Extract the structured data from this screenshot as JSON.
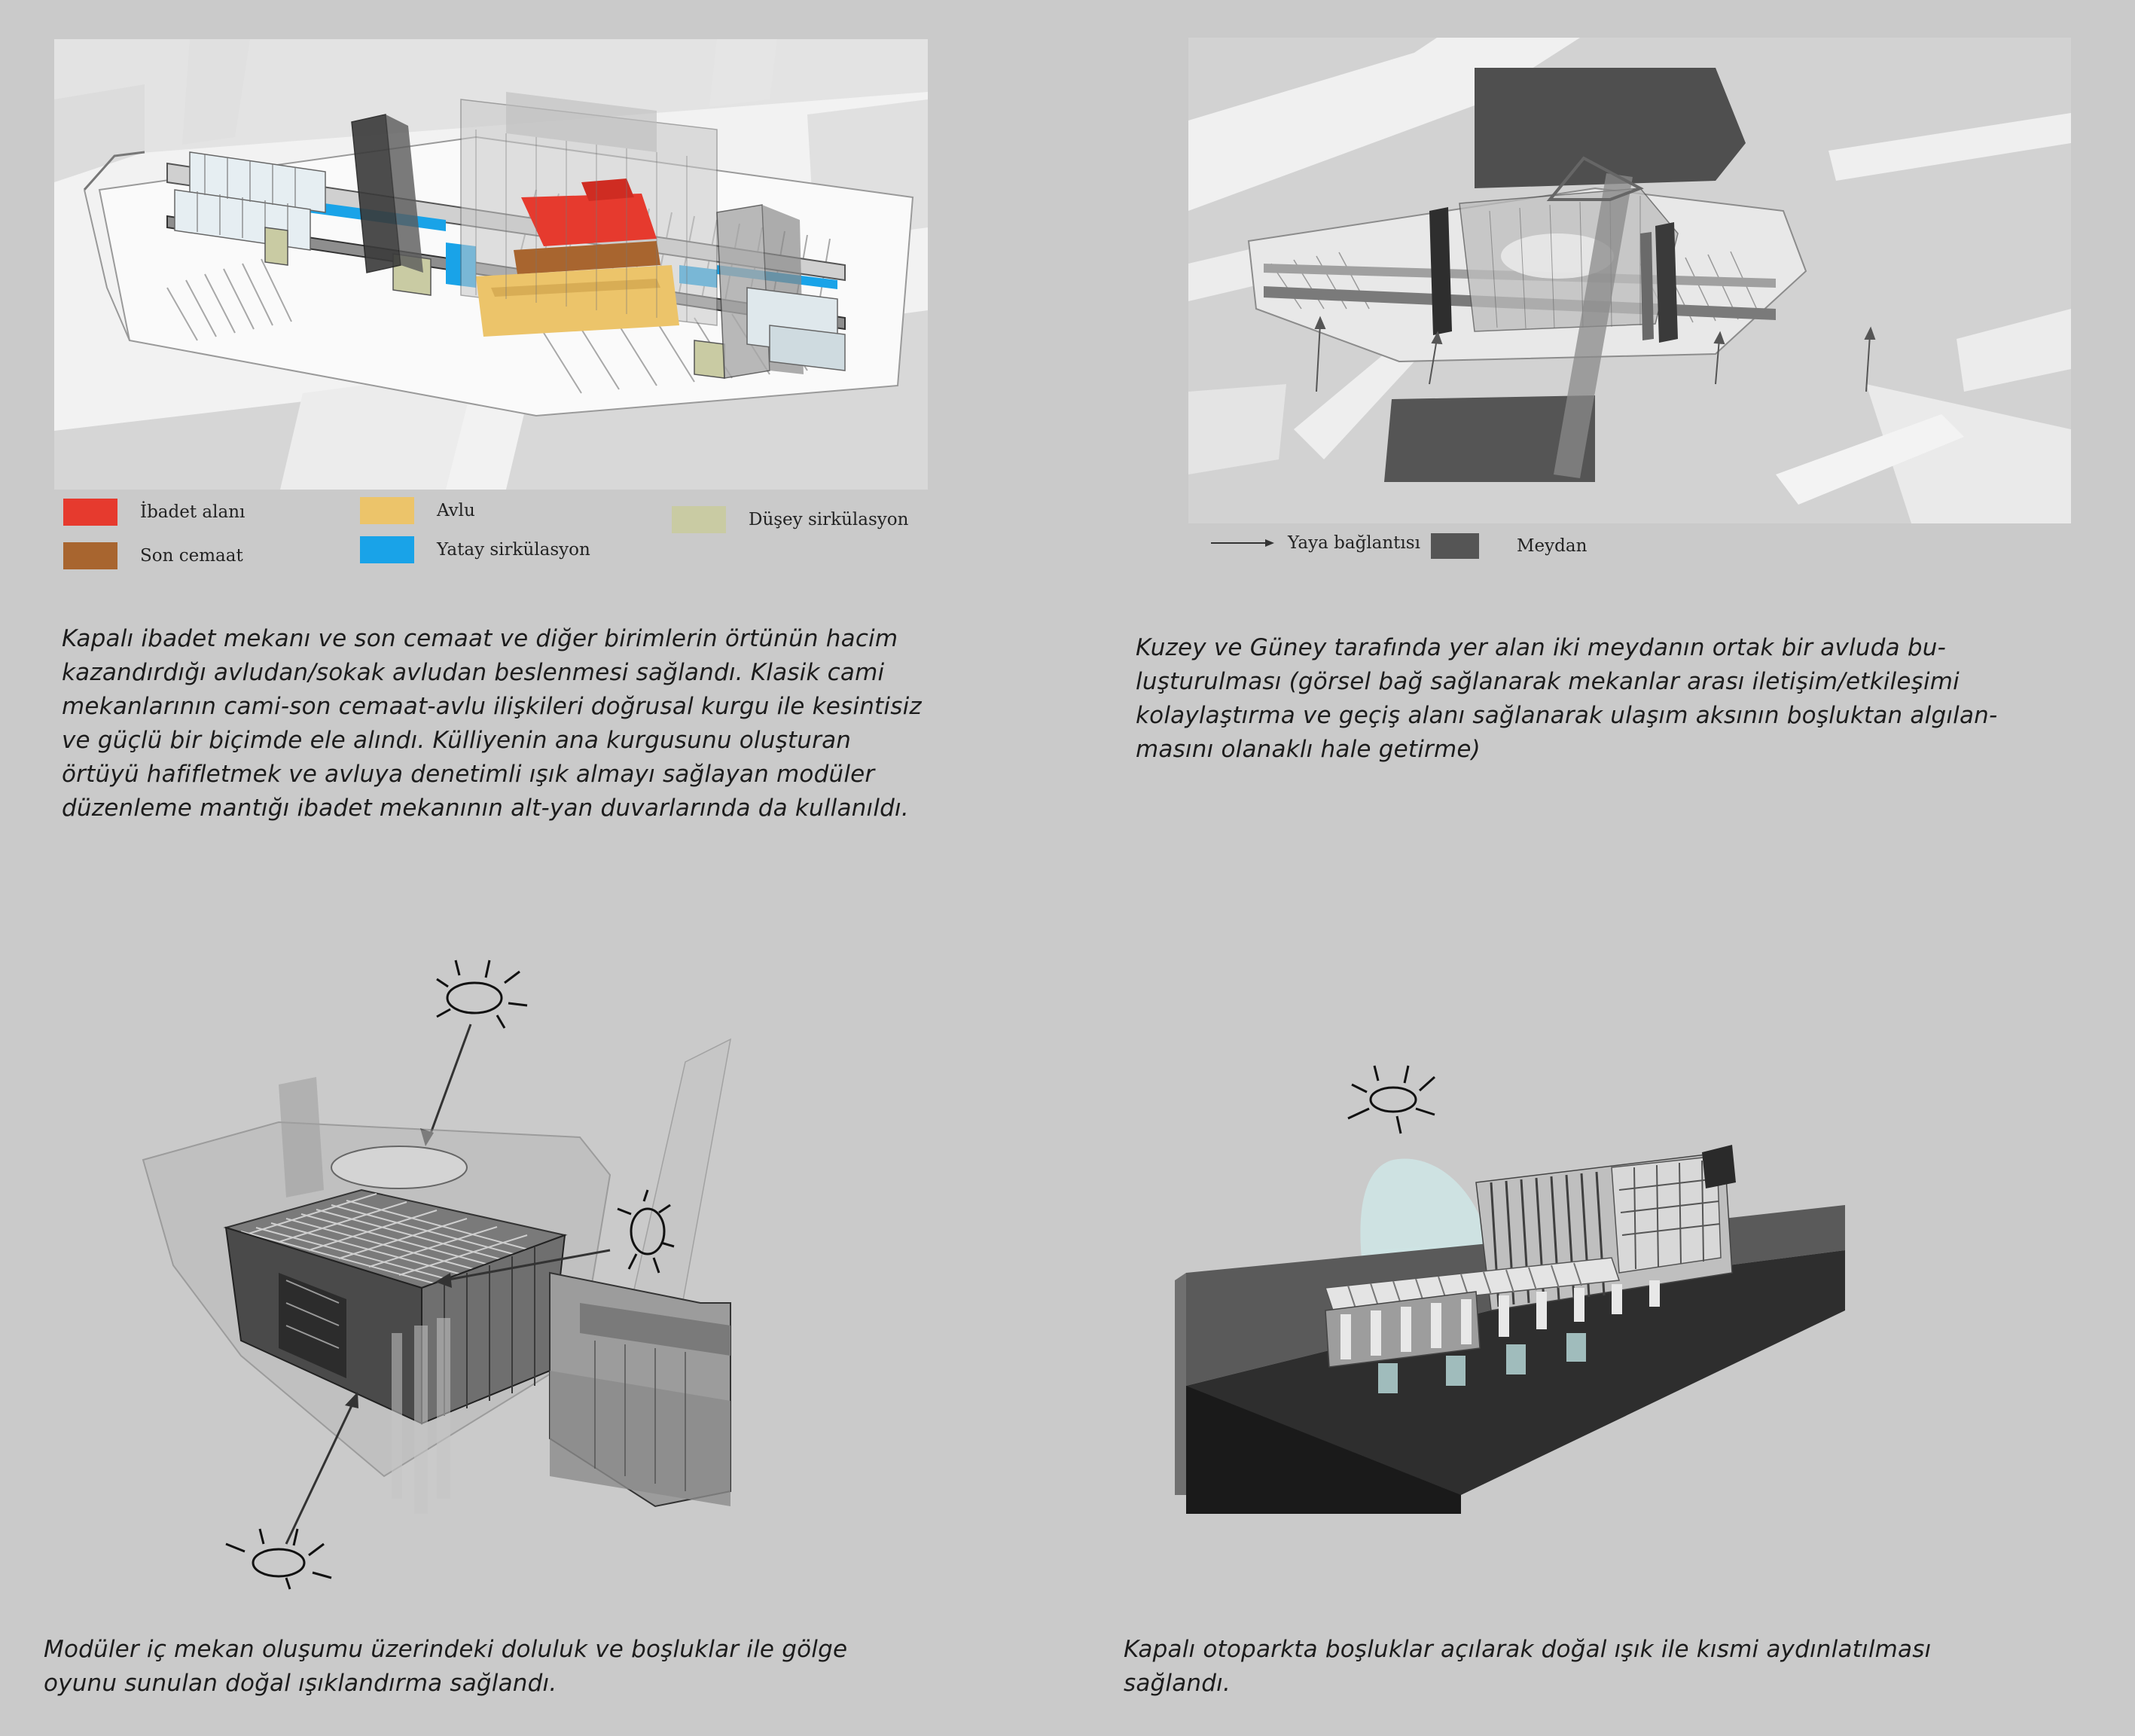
{
  "legend1": {
    "items": [
      {
        "label": "İbadet alanı",
        "color": "#e63a2e"
      },
      {
        "label": "Son cemaat",
        "color": "#a8652f"
      },
      {
        "label": "Avlu",
        "color": "#ecc46a"
      },
      {
        "label": "Yatay sirkülasyon",
        "color": "#19a3e8"
      },
      {
        "label": "Düşey sirkülasyon",
        "color": "#c9cba3"
      }
    ]
  },
  "legend2": {
    "pedestrian_label": "Yaya bağlantısı",
    "square_label": "Meydan",
    "square_color": "#555555"
  },
  "captions": {
    "top_left": [
      "Kapalı ibadet mekanı ve son cemaat ve diğer birimlerin örtünün hacim",
      "kazandırdığı avludan/sokak avludan beslenmesi sağlandı.  Klasik cami",
      "mekanlarının cami-son cemaat-avlu ilişkileri doğrusal kurgu ile kesintisiz",
      "ve güçlü bir biçimde ele alındı. Külliyenin ana kurgusunu oluşturan",
      "örtüyü hafifletmek ve avluya denetimli ışık almayı sağlayan modüler",
      "düzenleme mantığı ibadet mekanının alt-yan duvarlarında da kullanıldı."
    ],
    "top_right": [
      "Kuzey ve Güney tarafında yer alan iki meydanın ortak bir avluda bu-",
      "luşturulması (görsel bağ sağlanarak mekanlar arası iletişim/etkileşimi",
      "kolaylaştırma ve geçiş alanı sağlanarak ulaşım aksının boşluktan algılan-",
      "masını olanaklı hale getirme)"
    ],
    "bottom_left": [
      "Modüler iç mekan oluşumu üzerindeki doluluk ve boşluklar ile gölge",
      "oyunu sunulan doğal ışıklandırma sağlandı."
    ],
    "bottom_right": [
      "Kapalı otoparkta  boşluklar açılarak doğal ışık ile kısmi  aydınlatılması",
      "sağlandı."
    ]
  }
}
